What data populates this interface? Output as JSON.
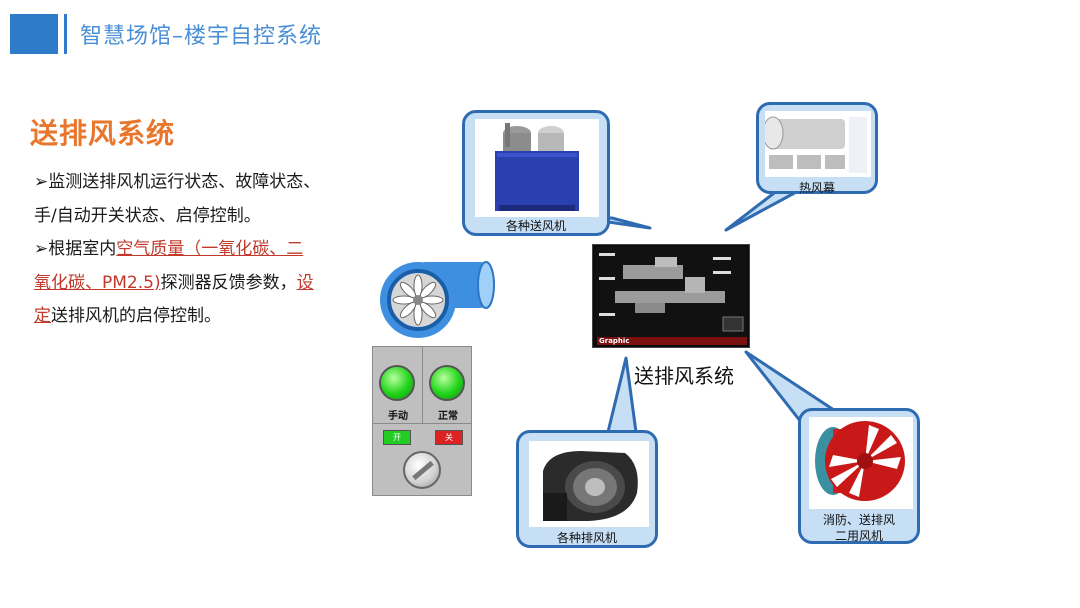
{
  "header": {
    "title": "智慧场馆–楼宇自控系统"
  },
  "section": {
    "title": "送排风系统"
  },
  "bullets": {
    "b1_line1": "➢监测送排风机运行状态、故障状态、",
    "b1_line2": "手/自动开关状态、启停控制。",
    "b2_pre": "➢根据室内",
    "b2_red1": "空气质量（一氧化碳、二",
    "b2_red2": "氧化碳、PM2.5)",
    "b2_mid": "探测器反馈参数，",
    "b2_red3": "设",
    "b2_red4": "定",
    "b2_end": "送排风机的启停控制。"
  },
  "control_panel": {
    "manual_label": "手动",
    "normal_label": "正常",
    "on_label": "开",
    "off_label": "关"
  },
  "diagram": {
    "center_label": "送排风系统",
    "screen_label": "Graphic",
    "supply_fan_label": "各种送风机",
    "air_curtain_label": "热风幕",
    "exhaust_fan_label": "各种排风机",
    "fire_fan_label_1": "消防、送排风",
    "fire_fan_label_2": "二用风机"
  },
  "colors": {
    "accent": "#2e7bc9",
    "title_orange": "#e8762d",
    "link_red": "#c0392b",
    "bubble_fill": "#c7dff5",
    "bubble_border": "#2f6bb0"
  }
}
